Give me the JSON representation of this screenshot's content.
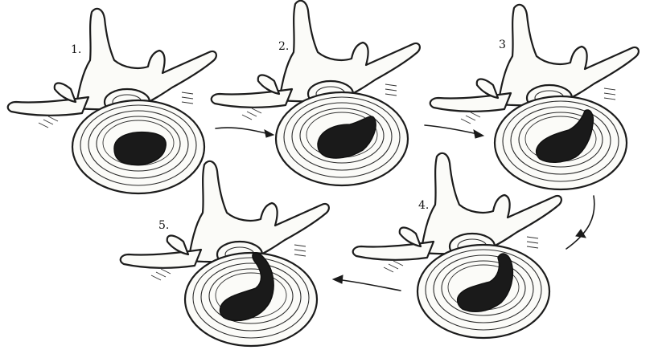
{
  "stages": [
    {
      "label": "1."
    },
    {
      "label": "2."
    },
    {
      "label": "3"
    },
    {
      "label": "4."
    },
    {
      "label": "5."
    }
  ]
}
